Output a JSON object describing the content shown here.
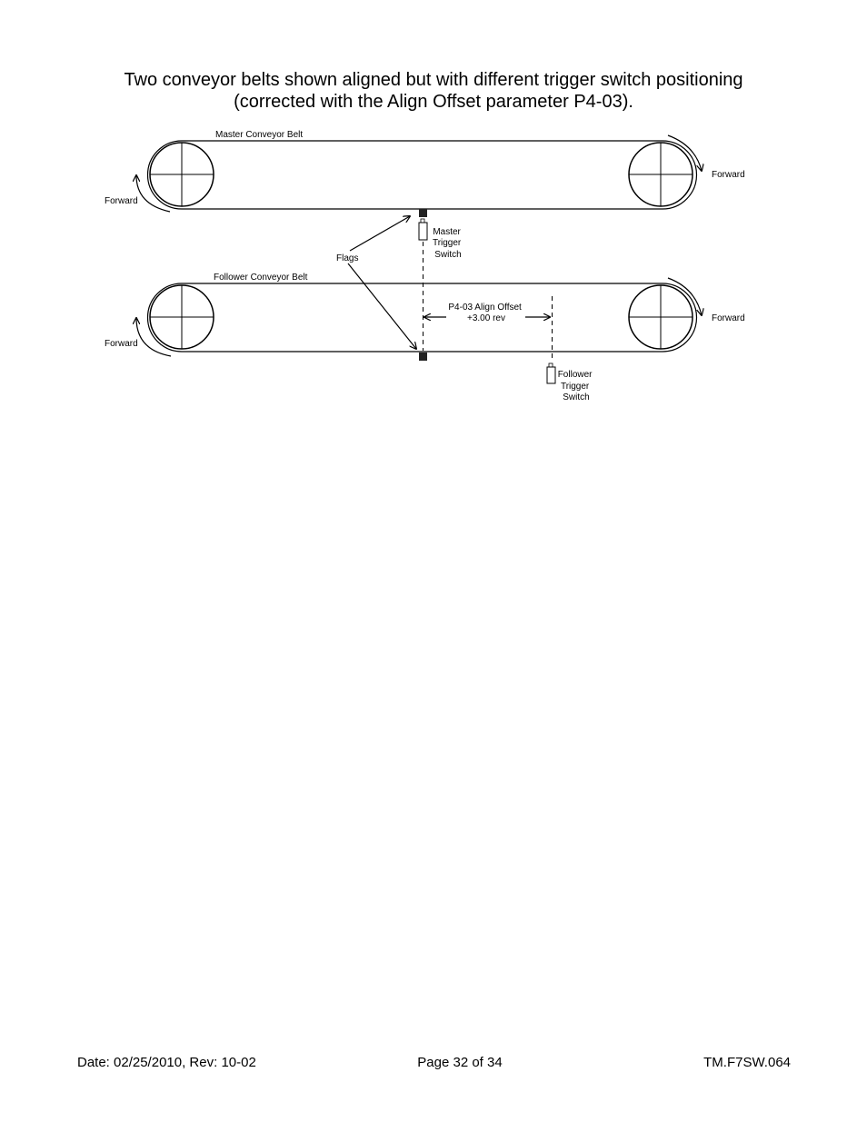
{
  "title": {
    "line1": "Two conveyor belts shown aligned but with different trigger switch positioning",
    "line2": "(corrected with the Align Offset parameter P4-03)."
  },
  "diagram": {
    "master_belt_label": "Master Conveyor Belt",
    "follower_belt_label": "Follower Conveyor Belt",
    "forward_label": "Forward",
    "flags_label": "Flags",
    "master_switch_label": [
      "Master",
      "Trigger",
      "Switch"
    ],
    "follower_switch_label": [
      "Follower",
      "Trigger",
      "Switch"
    ],
    "offset_label": [
      "P4-03 Align Offset",
      "+3.00 rev"
    ]
  },
  "footer": {
    "date": "Date: 02/25/2010, Rev: 10-02",
    "page": "Page 32 of 34",
    "doc_id": "TM.F7SW.064"
  }
}
